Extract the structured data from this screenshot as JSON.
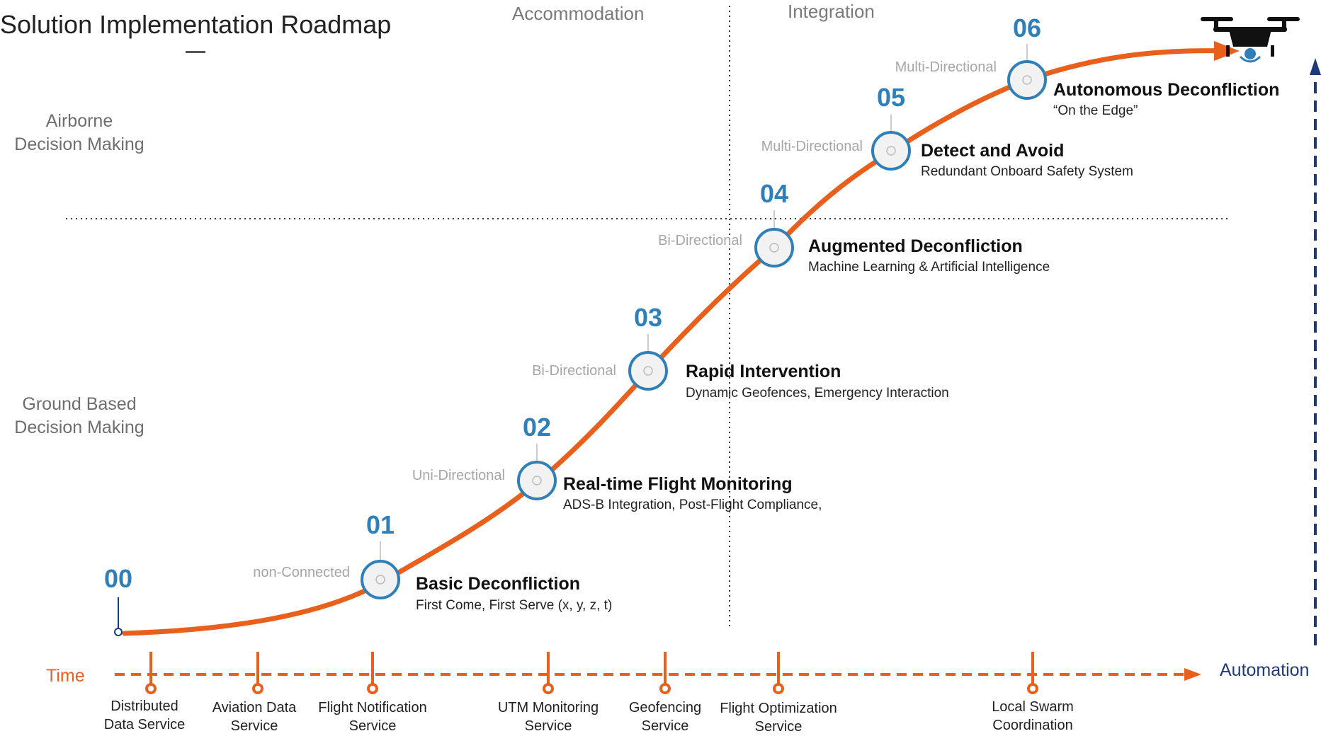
{
  "title": "Solution Implementation Roadmap",
  "phases": {
    "accommodation": "Accommodation",
    "integration": "Integration"
  },
  "zones": {
    "airborne": [
      "Airborne",
      "Decision Making"
    ],
    "ground": [
      "Ground Based",
      "Decision Making"
    ]
  },
  "axes": {
    "time": "Time",
    "automation": "Automation"
  },
  "colors": {
    "curve": "#e8601c",
    "milestone": "#2f7fb8",
    "axis_automation": "#1f3a7a"
  },
  "milestones": [
    {
      "num": "00",
      "label": "",
      "title": "",
      "subtitle": ""
    },
    {
      "num": "01",
      "label": "non-Connected",
      "title": "Basic Deconfliction",
      "subtitle": "First Come, First Serve (x, y, z, t)"
    },
    {
      "num": "02",
      "label": "Uni-Directional",
      "title": "Real-time Flight Monitoring",
      "subtitle": "ADS-B Integration, Post-Flight Compliance,"
    },
    {
      "num": "03",
      "label": "Bi-Directional",
      "title": "Rapid Intervention",
      "subtitle": "Dynamic Geofences, Emergency Interaction"
    },
    {
      "num": "04",
      "label": "Bi-Directional",
      "title": "Augmented Deconfliction",
      "subtitle": "Machine Learning & Artificial Intelligence"
    },
    {
      "num": "05",
      "label": "Multi-Directional",
      "title": "Detect and Avoid",
      "subtitle": "Redundant Onboard Safety System"
    },
    {
      "num": "06",
      "label": "Multi-Directional",
      "title": "Autonomous Deconfliction",
      "subtitle": "“On the Edge”"
    }
  ],
  "services": [
    [
      "Distributed",
      "Data Service"
    ],
    [
      "Aviation Data",
      "Service"
    ],
    [
      "Flight Notification",
      "Service"
    ],
    [
      "UTM Monitoring",
      "Service"
    ],
    [
      "Geofencing",
      "Service"
    ],
    [
      "Flight Optimization",
      "Service"
    ],
    [
      "Local Swarm",
      "Coordination"
    ]
  ],
  "icons": {
    "drone": "drone-icon"
  }
}
